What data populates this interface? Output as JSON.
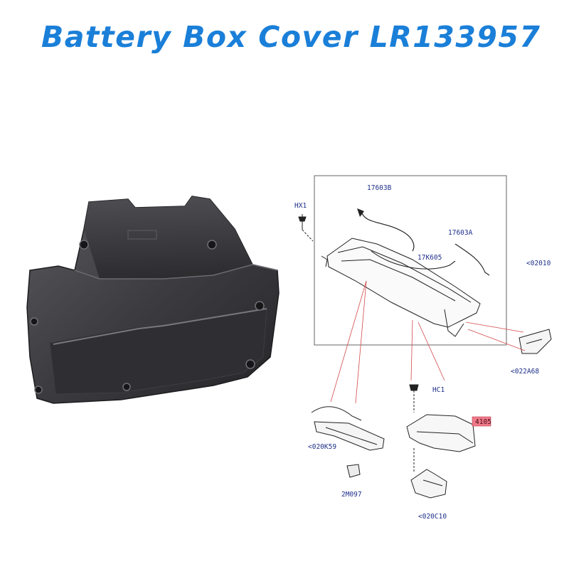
{
  "title": "Battery Box Cover LR133957",
  "diagram": {
    "labels": {
      "part_17603b": "17603B",
      "part_hx1": "HX1",
      "part_17603a": "17603A",
      "part_17k605": "17K605",
      "part_02010": "<02010",
      "part_022a68": "<022A68",
      "part_hc1": "HC1",
      "part_4105": "4105",
      "part_020k59": "<020K59",
      "part_2m097": "2M097",
      "part_020c10": "<020C10"
    },
    "highlight_color": "#f07a8a"
  },
  "colors": {
    "title": "#1a7fd8",
    "label": "#1e2f8a",
    "leader": "#d24a4a"
  }
}
